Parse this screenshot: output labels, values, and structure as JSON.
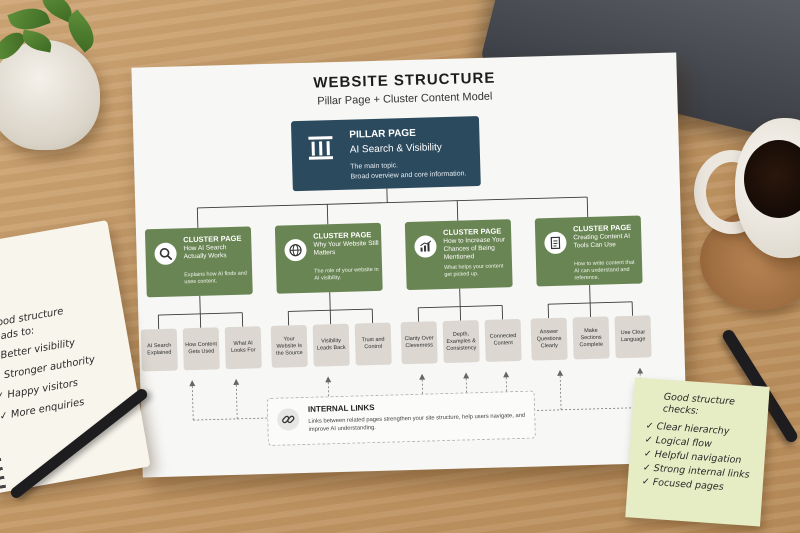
{
  "poster": {
    "title": "WEBSITE STRUCTURE",
    "subtitle": "Pillar Page + Cluster Content Model",
    "pillar": {
      "label": "PILLAR PAGE",
      "topic": "AI Search & Visibility",
      "desc_1": "The main topic.",
      "desc_2": "Broad overview and core information."
    },
    "clusters": [
      {
        "label": "CLUSTER PAGE",
        "title": "How AI Search Actually Works",
        "desc": "Explains how AI finds and uses content.",
        "icon": "magnifier-icon"
      },
      {
        "label": "CLUSTER PAGE",
        "title": "Why Your Website Still Matters",
        "desc": "The role of your website in AI visibility.",
        "icon": "globe-icon"
      },
      {
        "label": "CLUSTER PAGE",
        "title": "How to Increase Your Chances of Being Mentioned",
        "desc": "What helps your content get picked up.",
        "icon": "growth-chart-icon"
      },
      {
        "label": "CLUSTER PAGE",
        "title": "Creating Content AI Tools Can Use",
        "desc": "How to write content that AI can understand and reference.",
        "icon": "document-icon"
      }
    ],
    "subpages": [
      [
        "AI Search Explained",
        "How Content Gets Used",
        "What AI Looks For"
      ],
      [
        "Your Website Is the Source",
        "Visibility Leads Back",
        "Trust and Control"
      ],
      [
        "Clarity Over Cleverness",
        "Depth, Examples & Consistency",
        "Connected Content"
      ],
      [
        "Answer Questions Clearly",
        "Make Sections Complete",
        "Use Clear Language"
      ]
    ],
    "internal_links": {
      "title": "INTERNAL LINKS",
      "desc": "Links between related pages strengthen your site structure, help users navigate, and improve AI understanding."
    }
  },
  "notebook": {
    "heading_1": "Good structure",
    "heading_2": "leads to:",
    "items": [
      "Better visibility",
      "Stronger authority",
      "Happy visitors",
      "More enquiries"
    ]
  },
  "sticky_note": {
    "heading_1": "Good structure",
    "heading_2": "checks:",
    "items": [
      "Clear hierarchy",
      "Logical flow",
      "Helpful navigation",
      "Strong internal links",
      "Focused pages"
    ]
  },
  "colors": {
    "pillar_blue": "#2c4a5e",
    "cluster_green": "#6a8554",
    "subpage_gray": "#dcd8d1"
  }
}
